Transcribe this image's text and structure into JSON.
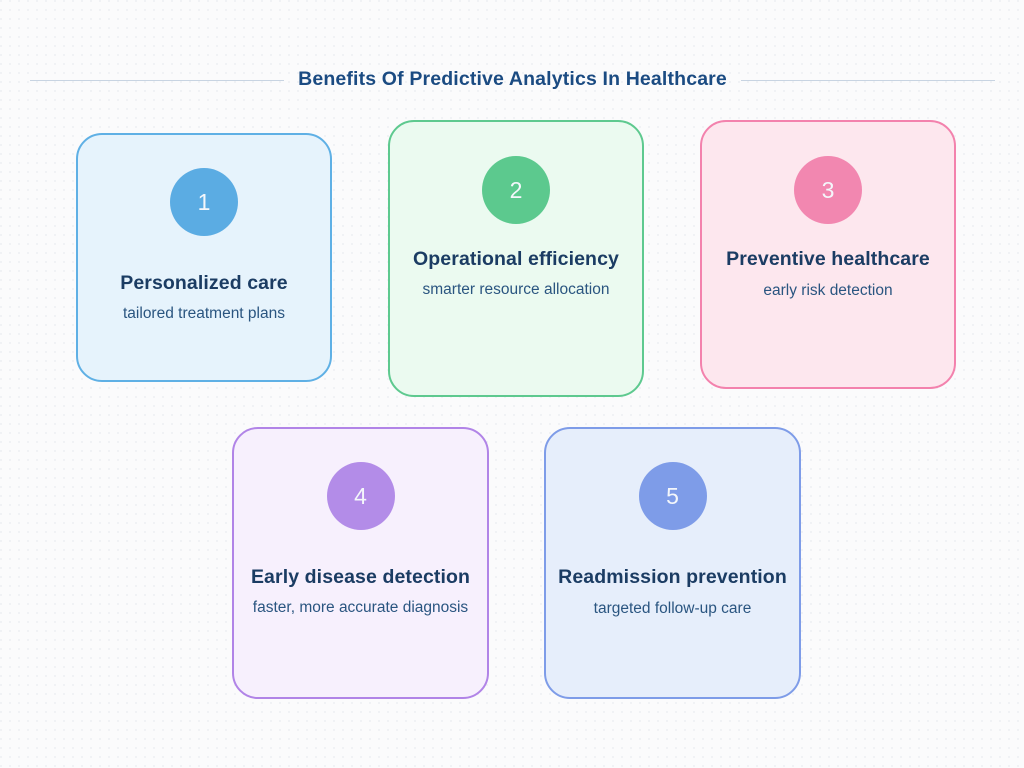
{
  "page": {
    "background_color": "#fbfbfc",
    "title": "Benefits Of Predictive Analytics In Healthcare",
    "title_color": "#1b4b82",
    "rule_color": "#c8d4e2"
  },
  "cards": [
    {
      "number": "1",
      "title": "Personalized care",
      "subtitle": "tailored treatment plans",
      "circle_color": "#5bace3",
      "background_color": "#e6f3fc",
      "border_color": "#5fb0e5"
    },
    {
      "number": "2",
      "title": "Operational efficiency",
      "subtitle": "smarter resource allocation",
      "circle_color": "#5cc98e",
      "background_color": "#ebfaf0",
      "border_color": "#5ec98f"
    },
    {
      "number": "3",
      "title": "Preventive healthcare",
      "subtitle": "early risk detection",
      "circle_color": "#f287b0",
      "background_color": "#fde7ee",
      "border_color": "#f382ad"
    },
    {
      "number": "4",
      "title": "Early disease detection",
      "subtitle": "faster, more accurate diagnosis",
      "circle_color": "#b38ce8",
      "background_color": "#f7f0fd",
      "border_color": "#b184e7"
    },
    {
      "number": "5",
      "title": "Readmission prevention",
      "subtitle": "targeted follow-up care",
      "circle_color": "#7e9ce8",
      "background_color": "#e6eefb",
      "border_color": "#7e9ce8"
    }
  ]
}
